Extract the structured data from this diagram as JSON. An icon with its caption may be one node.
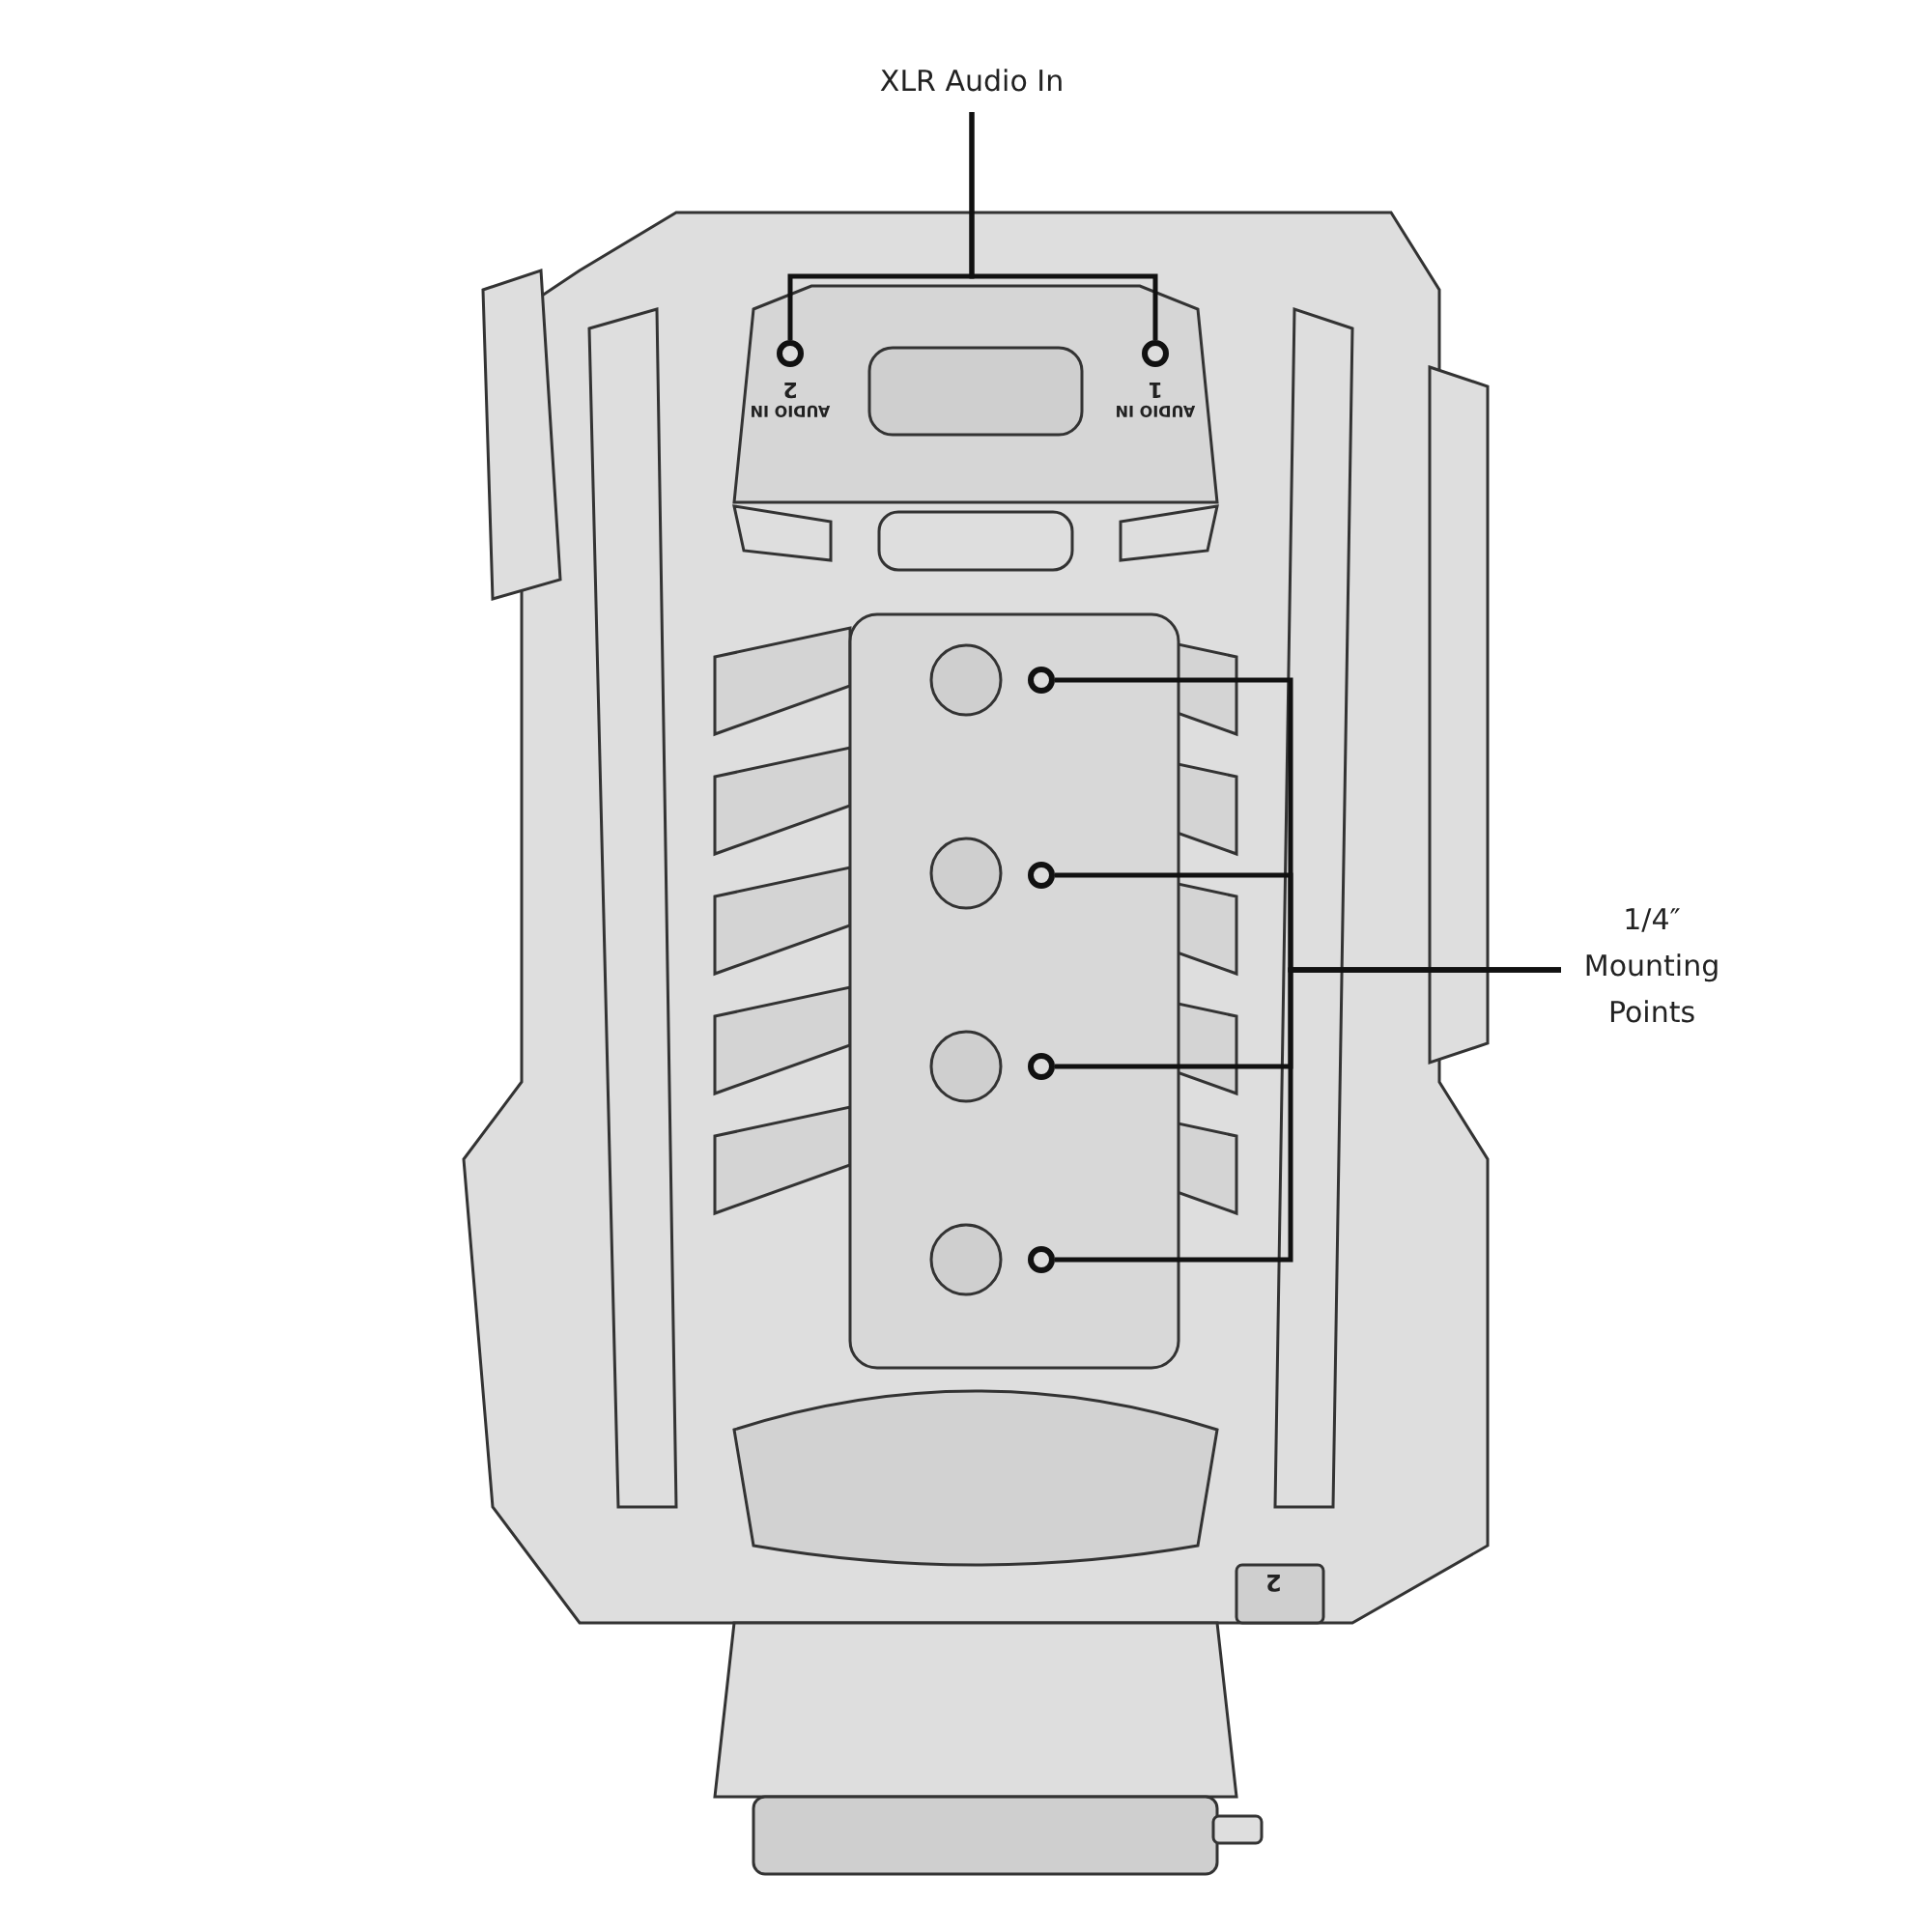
{
  "diagram": {
    "nodes": [
      {
        "text": [
          "XLR Audio In"
        ]
      },
      {
        "text": [],
        "shape": "circle",
        "beside": [
          "2"
        ]
      },
      {
        "text": [],
        "shape": "circle",
        "beside": [
          "1"
        ]
      },
      {
        "text": [
          "1/4″ Mounting Points"
        ]
      },
      {
        "text": [],
        "shape": "circle"
      },
      {
        "text": [],
        "shape": "circle"
      },
      {
        "text": [],
        "shape": "circle"
      },
      {
        "text": [],
        "shape": "circle"
      }
    ],
    "edges": [
      {
        "from": 0,
        "to": 1,
        "arrow": "none"
      },
      {
        "from": 0,
        "to": 2,
        "arrow": "none"
      },
      {
        "from": 3,
        "to": 4,
        "arrow": "none"
      },
      {
        "from": 3,
        "to": 5,
        "arrow": "none"
      },
      {
        "from": 3,
        "to": 6,
        "arrow": "none"
      },
      {
        "from": 3,
        "to": 7,
        "arrow": "none"
      }
    ],
    "labels": [
      "AUDIO IN",
      "AUDIO IN",
      "2"
    ]
  }
}
